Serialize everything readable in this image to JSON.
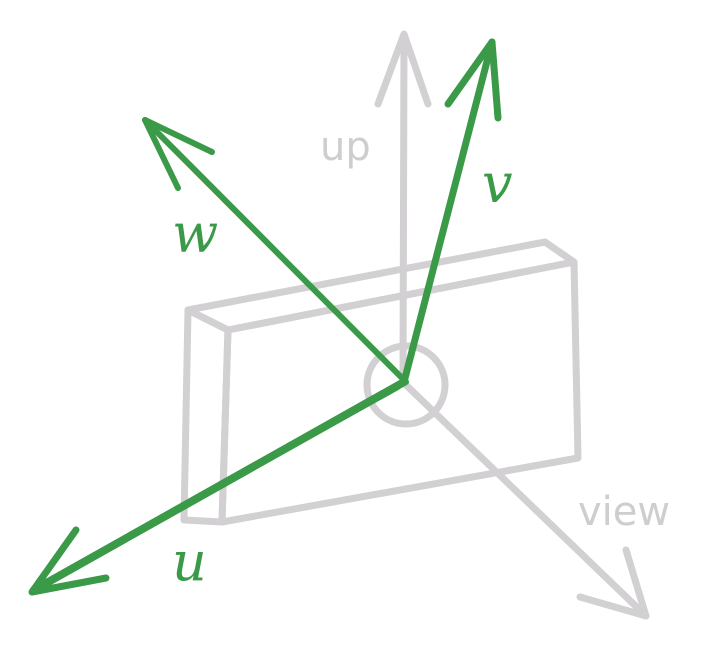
{
  "labels": {
    "up": "up",
    "view": "view",
    "u": "u",
    "v": "v",
    "w": "w"
  },
  "colors": {
    "camera_basis": "#3a9a48",
    "reference": "#d2d0d2"
  }
}
